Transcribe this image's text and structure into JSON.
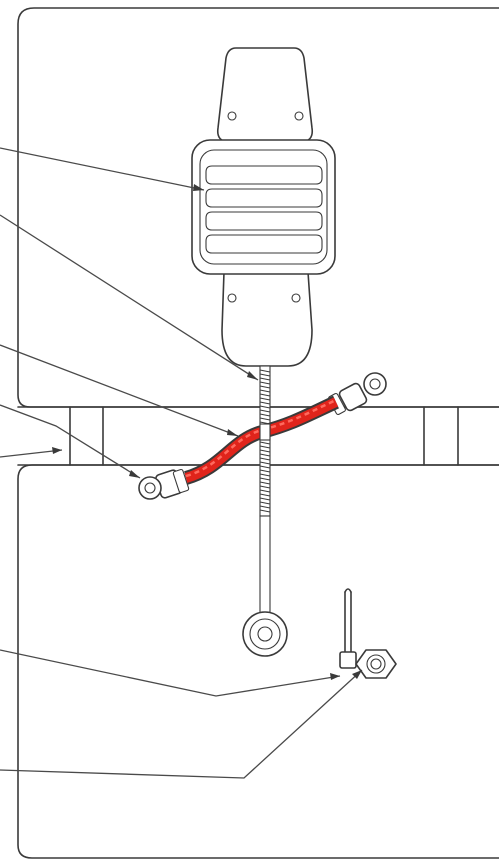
{
  "figure": {
    "type": "technical line drawing",
    "components": [
      "upper-panel",
      "lower-panel",
      "mounting-rail",
      "isolator-mount",
      "threaded-stud",
      "ground-strap",
      "eye-bolt",
      "bracket-bolt",
      "hex-nut"
    ],
    "leader_count": 7
  },
  "colors": {
    "line": "#3a3a3a",
    "ground_strap": "#e0241b",
    "ground_strap_highlight": "#ff6a5e",
    "background": "#ffffff"
  }
}
